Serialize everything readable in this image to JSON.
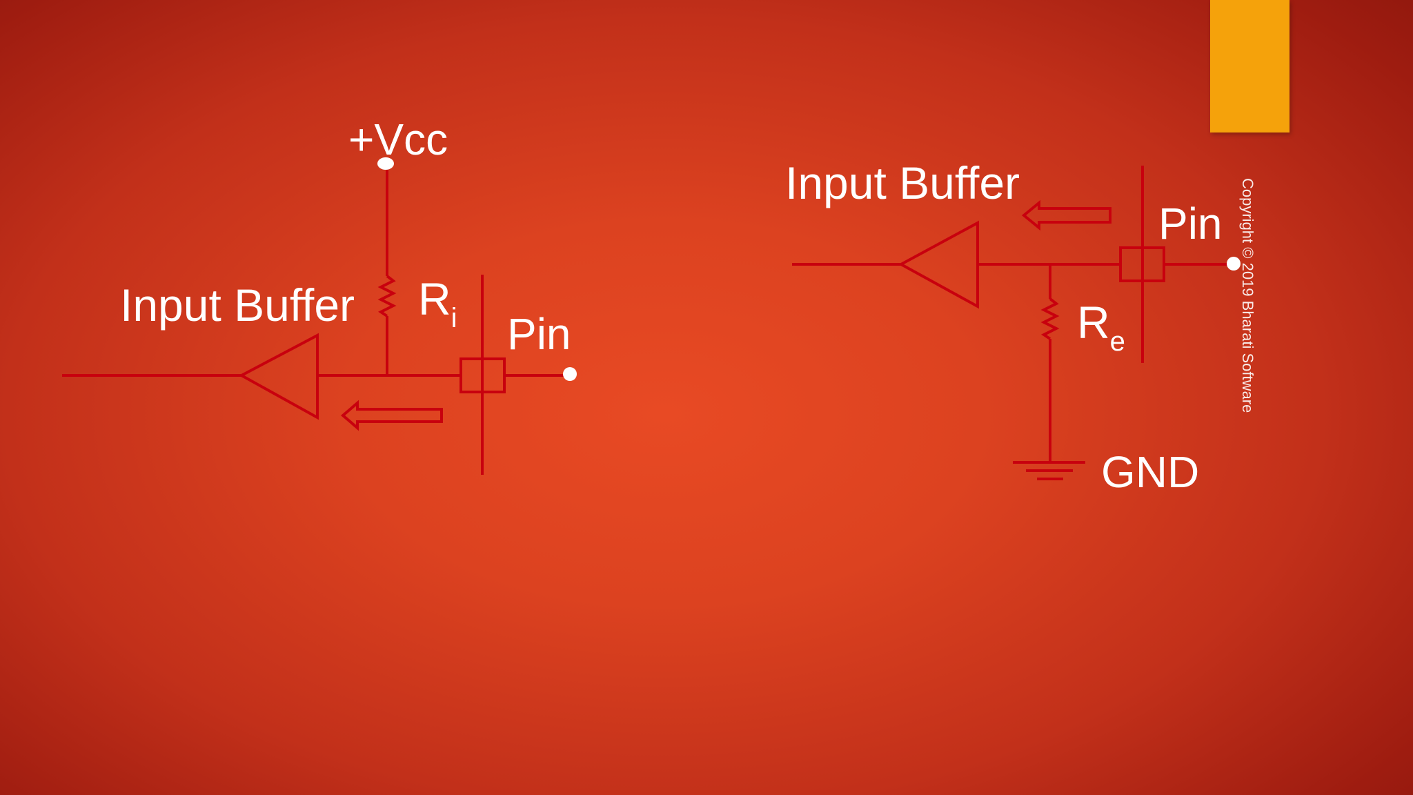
{
  "slide": {
    "accent_color": "#f5a20b",
    "copyright": "Copyright © 2019 Bharati Software"
  },
  "left_circuit": {
    "supply_label": "+Vcc",
    "buffer_label": "Input Buffer",
    "resistor_main": "R",
    "resistor_sub": "i",
    "pin_label": "Pin"
  },
  "right_circuit": {
    "buffer_label": "Input Buffer",
    "pin_label": "Pin",
    "resistor_main": "R",
    "resistor_sub": "e",
    "ground_label": "GND"
  },
  "colors": {
    "wire": "#c8000e",
    "text": "#ffffff"
  }
}
